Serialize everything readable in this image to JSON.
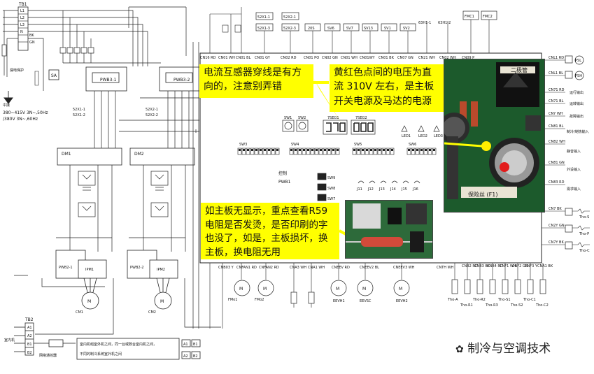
{
  "callouts": {
    "ct_direction": "电流互感器穿线是有方向的，注意别弄错",
    "voltage_310v": "黄红色点间的电压为直流 310V 左右，是主板开关电源及马达的电源",
    "r59_check": "如主板无显示，重点查看R59 电阻是否发烫，是否印刷的字也没了，如是，主板损坏，换主板，换电阻无用"
  },
  "photo_labels": {
    "bridge": "二极管",
    "fuse": "保险丝 (F1)"
  },
  "watermark": "制冷与空调技术",
  "power": {
    "label_tb1": "TB1",
    "terminals": [
      "L1",
      "L2",
      "L3",
      "N",
      "BK",
      "GN"
    ],
    "spec_line1": "380~415V 3N~,50Hz",
    "spec_line2": "/380V 3N~,60Hz",
    "ground_label": "中接",
    "leak_label": "漏电保护"
  },
  "board": {
    "name_line1": "控制",
    "name_line2": "PWB1",
    "top_connectors": [
      "CN16 RD",
      "CN01 WH",
      "CN01 BL",
      "CN01 GY",
      "CN02 RD",
      "CN01 PO",
      "CN02 GN",
      "CN01 WH",
      "CN01WY",
      "CN01 BK",
      "CN07 GN",
      "CN21 WH",
      "CN02 WH",
      "CN09 P"
    ],
    "relays_top": [
      "52X1-1",
      "52X1-3",
      "52X2-1",
      "52X2-3",
      "20S",
      "SV6",
      "SV7",
      "SV13",
      "SV1",
      "SV2",
      "63H1-1",
      "63H1-2"
    ],
    "fmc": [
      "FMC1",
      "FMC2"
    ],
    "switches": [
      "SW1",
      "SW2",
      "7SEG1",
      "7SEG2",
      "LED1",
      "LED2",
      "LED3"
    ],
    "dip_groups": [
      "SW3",
      "SW4",
      "SW5",
      "SW6"
    ],
    "pushbuttons": [
      "SW9",
      "SW8",
      "SW7"
    ],
    "jumpers": [
      "J11",
      "J12",
      "J13",
      "J14",
      "J15",
      "J16"
    ],
    "right_connectors": [
      "CNL1 RD",
      "CNL1 BL",
      "CN71 RD",
      "CN71 BL",
      "CNY WH",
      "CN81 BL",
      "CN82 WH",
      "CN81 GN",
      "CN83 RD",
      "CN7 BK",
      "CN2Y GN",
      "CN7Y BK"
    ],
    "right_labels": [
      "PSL",
      "PSH",
      "运行输出",
      "运转输出",
      "故障输出",
      "制冷/制热输入",
      "静音输入",
      "外设输入",
      "需求输入",
      "Tho-S",
      "Tho-P",
      "Tho-C"
    ],
    "bottom_connectors": [
      "CNB03 Y",
      "CNFAN1 RD",
      "CNFAN2 RD",
      "CNA3 WH",
      "CNA1 WH",
      "CNEEV RD",
      "CNEEV2 BL",
      "CNEEV3 WH",
      "CNTH WH",
      "CNB2 RD",
      "CNB3 BK",
      "CNB4 RD",
      "CNF1 WH",
      "CNF2 GN",
      "CNF3 Y",
      "CNA1 BK"
    ],
    "motors": [
      "FMo1",
      "FMo2",
      "EEVH1",
      "EEVSC",
      "EEVH2"
    ],
    "thermistors": [
      "Tho-A",
      "Tho-R1",
      "Tho-R2",
      "Tho-R3",
      "Tho-S1",
      "Tho-S2",
      "Tho-C1",
      "Tho-C2"
    ]
  },
  "left_modules": {
    "pwb3_1": "PWB3-1",
    "pwb3_2": "PWB3-2",
    "dm1": "DM1",
    "dm2": "DM2",
    "pwb2_1": "PWB2-1",
    "pwb2_2": "PWB2-2",
    "ipm1": "IPM1",
    "ipm2": "IPM2",
    "cm1": "CM1",
    "cm2": "CM2",
    "relays": [
      "52X1-1",
      "52X1-2",
      "52X2-1",
      "52X2-2"
    ],
    "sa": "SA"
  },
  "tb2": {
    "title": "TB2",
    "terminals": [
      "A1",
      "A2",
      "B1",
      "B2"
    ],
    "ref": "网络通控器",
    "side_label": "室内机",
    "note1": "室内机组室外机之间，同一台或数台室内机之间，",
    "note2": "不同的制冷系统室外机之间",
    "boxes": [
      "A1",
      "B1",
      "A2",
      "B2"
    ]
  },
  "colors": {
    "callout_bg": "#ffff00",
    "line": "#222222",
    "pcb_green": "#1c5a2c"
  }
}
